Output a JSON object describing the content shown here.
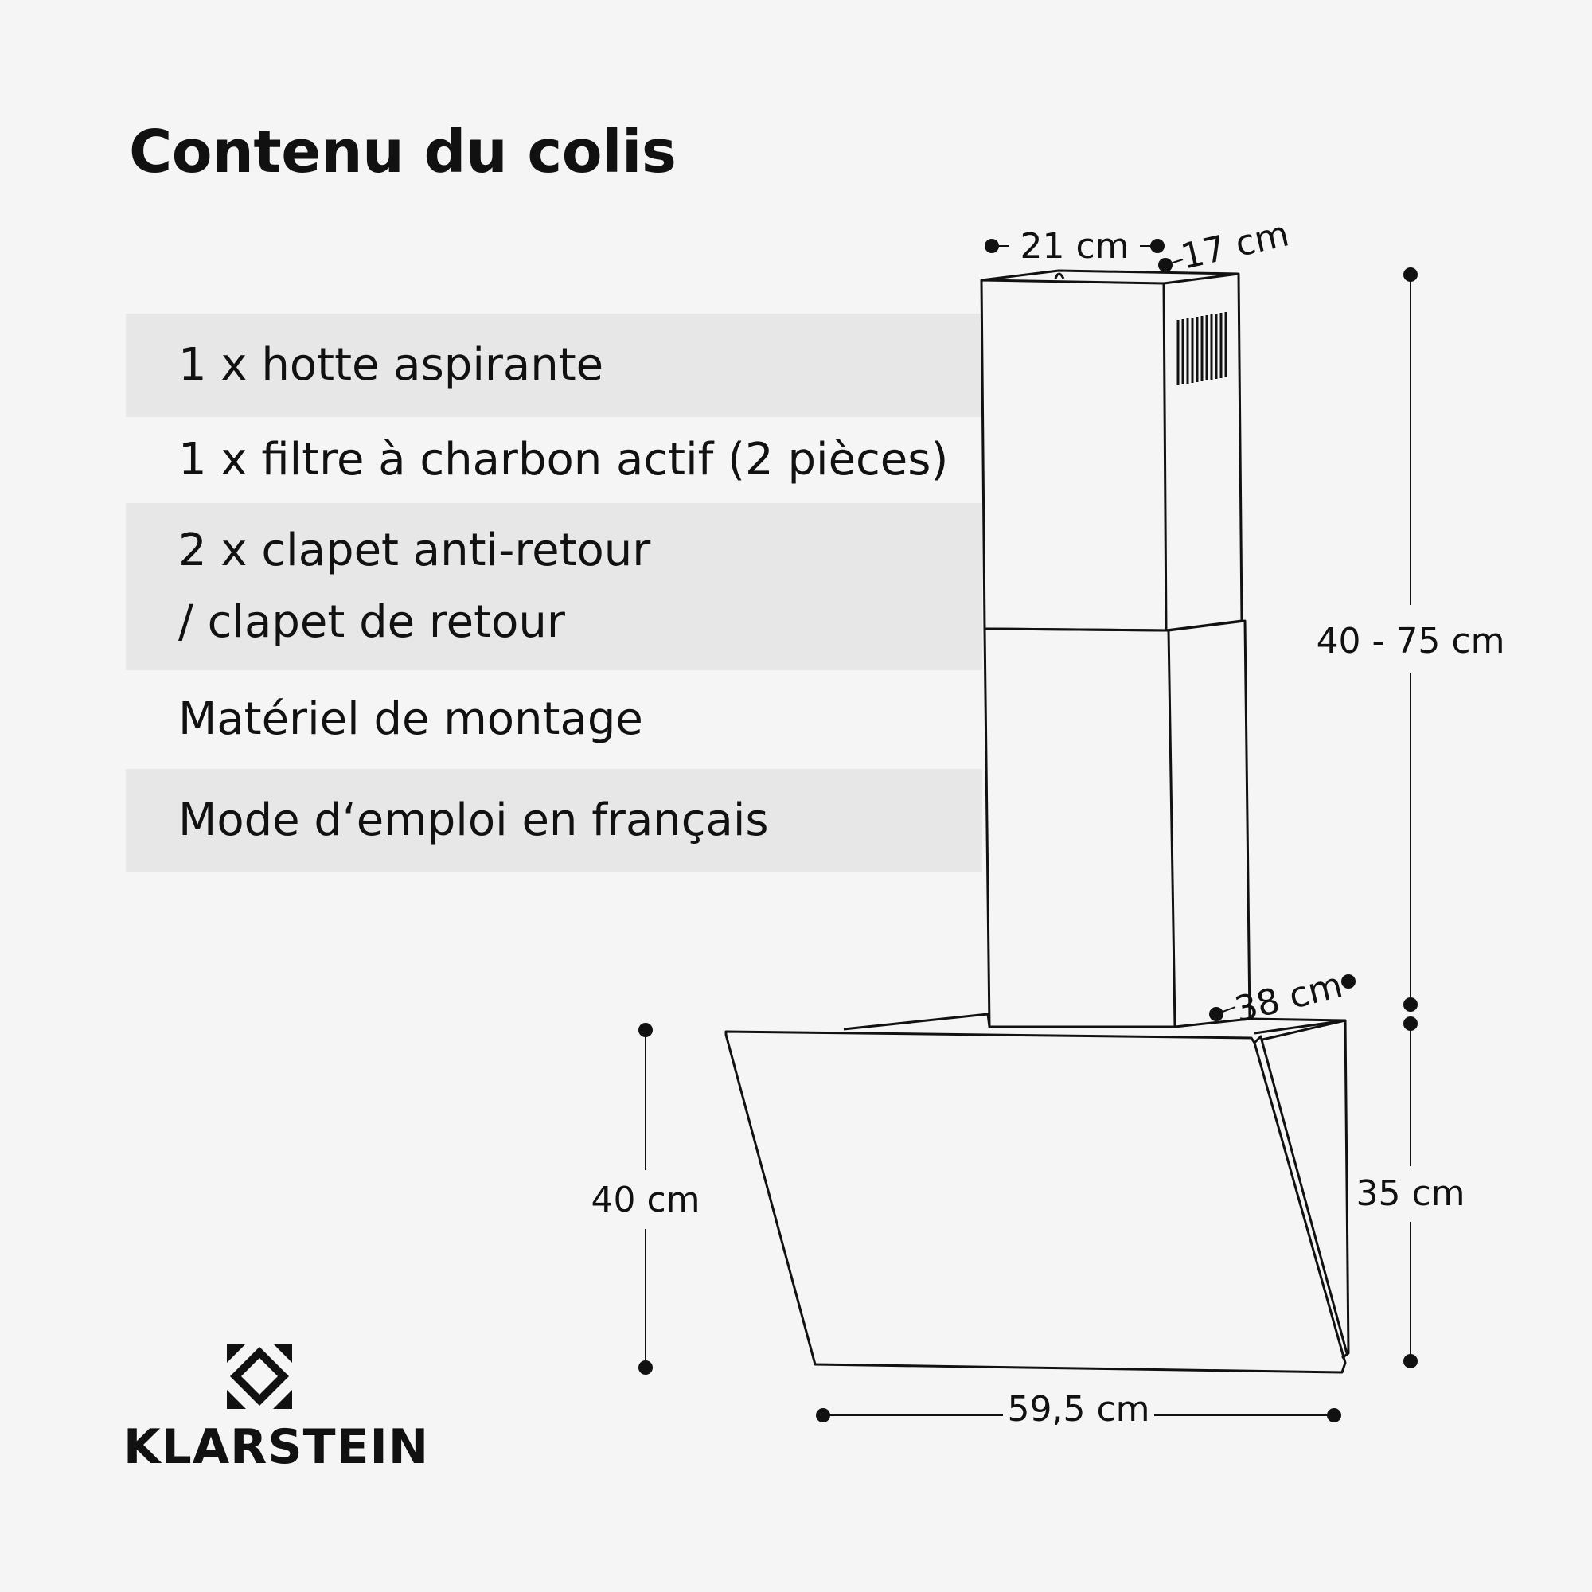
{
  "title": "Contenu du colis",
  "contents": [
    {
      "lines": [
        "1 x hotte aspirante"
      ]
    },
    {
      "lines": [
        "1 x filtre à charbon actif (2 pièces)"
      ]
    },
    {
      "lines": [
        "2 x clapet anti-retour",
        "/ clapet de retour"
      ]
    },
    {
      "lines": [
        "Matériel de montage"
      ]
    },
    {
      "lines": [
        "Mode d‘emploi en français"
      ]
    }
  ],
  "dimensions": {
    "chimney_width": "21 cm",
    "chimney_depth": "17 cm",
    "chimney_height": "40 - 75 cm",
    "hood_depth": "38 cm",
    "hood_front_height": "40 cm",
    "hood_back_height": "35 cm",
    "hood_width": "59,5 cm"
  },
  "brand": {
    "name": "KLARSTEIN"
  },
  "colors": {
    "background": "#f5f5f5",
    "row_shade": "#e7e7e7",
    "ink": "#111111"
  }
}
